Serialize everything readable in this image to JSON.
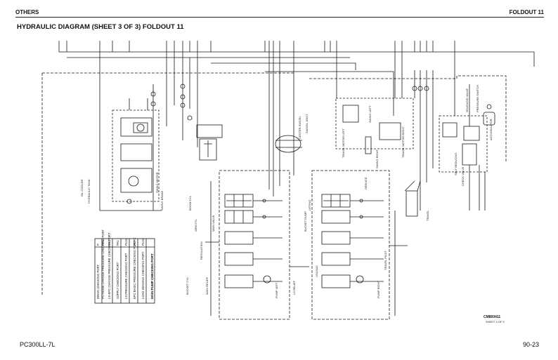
{
  "header": {
    "section": "OTHERS",
    "foldout": "FOLDOUT 11"
  },
  "title": "HYDRAULIC DIAGRAM (SHEET 3 OF 3) FOLDOUT 11",
  "footer": {
    "model": "PC300LL-7L",
    "page": "90-23"
  },
  "drawing": {
    "number": "CM800411",
    "sheet": "SHEET 3 OF 3"
  },
  "check_table": {
    "title": "MAIN PUMP CHECKING PORT",
    "rows": [
      {
        "port": "PLS2",
        "desc": "LOAD SENSING CHECKING PORT"
      },
      {
        "port": "PEPC",
        "desc": "EPC BASIC PRESSURE CHECKING PORT"
      },
      {
        "port": "PLS1",
        "desc": "LS PRESSURE CHECKING PORT"
      },
      {
        "port": "PA1",
        "desc": "SUPPLY CHECKING PORT"
      },
      {
        "port": "PAC",
        "desc": "LS-EPC CHANGE PRESSURE CHECKING PORT"
      },
      {
        "port": "PPC",
        "desc": "PC-MODE CHANGE PRESSURE CHECKING PORT"
      },
      {
        "port": "P",
        "desc": "DRAIN CHECKING PORT"
      }
    ]
  },
  "labels": {
    "swing_motor": "SWING MOTOR",
    "swing_brake": "SWING BRAKE",
    "swivel_joint": "SWIVEL JOINT",
    "center_swivel": "CENTER SWIVEL",
    "travel_motor_left": "TRAVEL MOTOR LEFT",
    "travel_motor_right": "TRAVEL MOTOR RIGHT",
    "main_valve": "MAIN VALVE",
    "pump_left": "PUMP LEFT",
    "pump_right": "PUMP RIGHT",
    "travel_pilot": "TRAVEL PILOT",
    "solenoid_valve": "SOLENOID VALVE",
    "pressure_switch": "PRESSURE SWITCH",
    "accumulator": "ACCUMULATOR",
    "check_valve": "CHECK VALVE",
    "self_reducing": "SELF REDUCING",
    "oil_cooler": "OIL COOLER",
    "hydraulic_tank": "HYDRAULIC TANK",
    "boom_cyl": "BOOM CYL",
    "arm_cyl": "ARM CYL",
    "bucket_cyl": "BUCKET CYL",
    "service": "SERVICE",
    "lifting": "LIFTING",
    "bucket_dump": "BUCKET DUMP",
    "swing_left": "SWING LEFT",
    "swing_right": "SWING RIGHT",
    "travel": "TRAVEL",
    "main_relief": "MAIN RELIEF",
    "ls_relief": "LS RELIEF",
    "unload": "UNLOAD",
    "regulation": "REGULATION"
  },
  "colors": {
    "line": "#1a1a1a",
    "background": "#ffffff"
  }
}
